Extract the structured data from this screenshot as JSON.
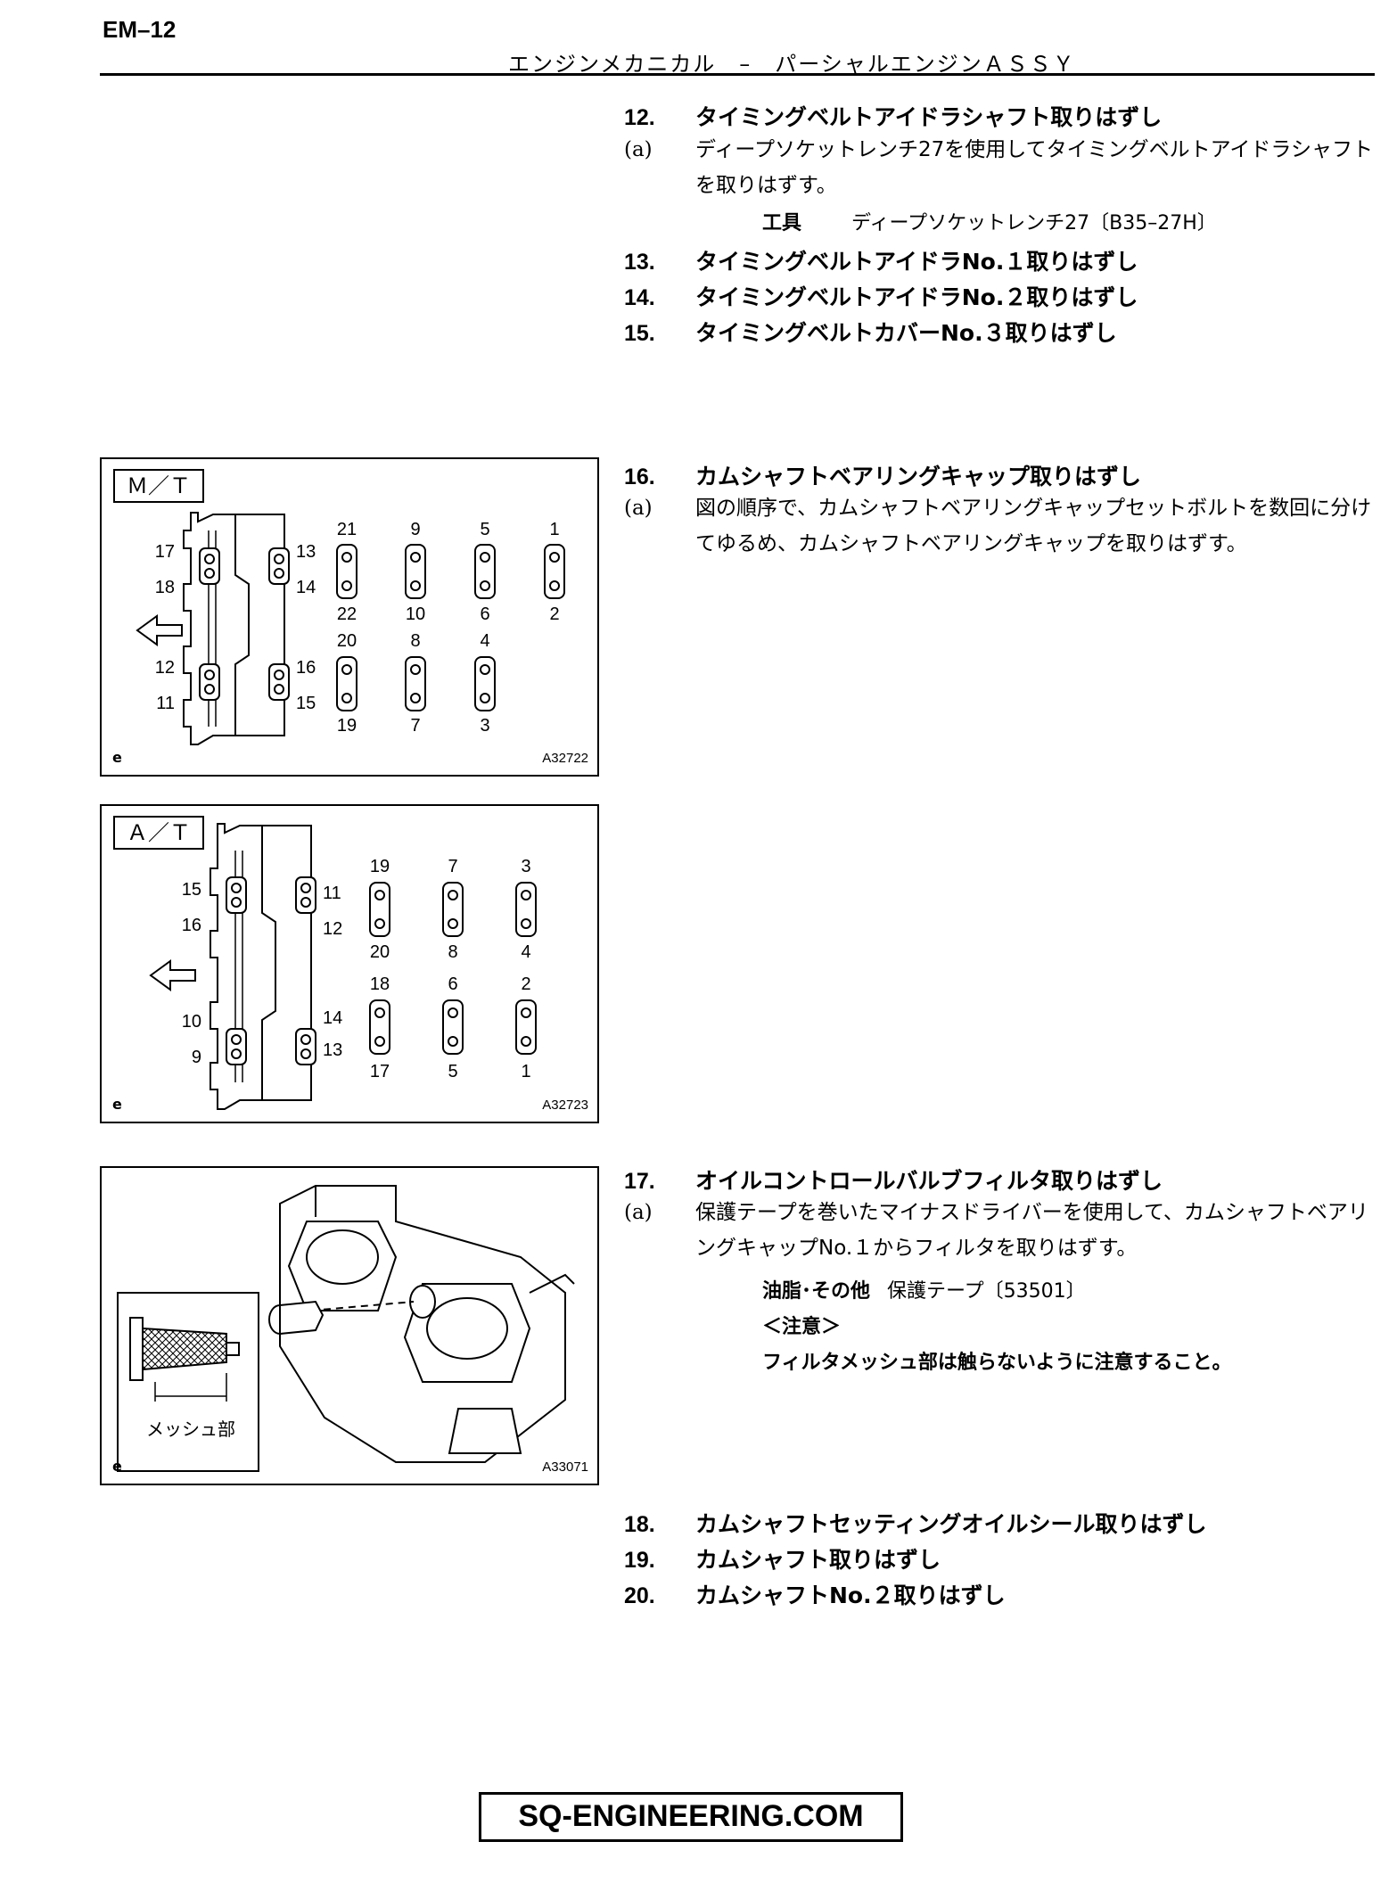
{
  "header": {
    "page_id": "EM–12",
    "title": "エンジンメカニカル　–　パーシャルエンジンＡＳＳＹ"
  },
  "steps": [
    {
      "num": "12.",
      "title": "タイミングベルトアイドラシャフト取りはずし",
      "sub": {
        "label": "(a)",
        "text": "ディープソケットレンチ27を使用してタイミングベルトアイドラシャフトを取りはずす。"
      },
      "tool": {
        "label": "工具",
        "value": "ディープソケットレンチ27〔B35–27H〕"
      }
    },
    {
      "num": "13.",
      "title": "タイミングベルトアイドラNo.１取りはずし"
    },
    {
      "num": "14.",
      "title": "タイミングベルトアイドラNo.２取りはずし"
    },
    {
      "num": "15.",
      "title": "タイミングベルトカバーNo.３取りはずし"
    },
    {
      "num": "16.",
      "title": "カムシャフトベアリングキャップ取りはずし",
      "sub": {
        "label": "(a)",
        "text": "図の順序で、カムシャフトベアリングキャップセットボルトを数回に分けてゆるめ、カムシャフトベアリングキャップを取りはずす。"
      }
    },
    {
      "num": "17.",
      "title": "オイルコントロールバルブフィルタ取りはずし",
      "sub": {
        "label": "(a)",
        "text": "保護テープを巻いたマイナスドライバーを使用して、カムシャフトベアリングキャップNo.１からフィルタを取りはずす。"
      },
      "material": {
        "label": "油脂･その他",
        "value": "保護テープ〔53501〕"
      },
      "caution_head": "＜注意＞",
      "caution": "フィルタメッシュ部は触らないように注意すること。"
    },
    {
      "num": "18.",
      "title": "カムシャフトセッティングオイルシール取りはずし"
    },
    {
      "num": "19.",
      "title": "カムシャフト取りはずし"
    },
    {
      "num": "20.",
      "title": "カムシャフトNo.２取りはずし"
    }
  ],
  "figures": {
    "mt": {
      "label": "Ｍ／Ｔ",
      "code": "A32722",
      "left_upper": [
        "17",
        "18"
      ],
      "right_upper": [
        "13",
        "14"
      ],
      "left_lower": [
        "12",
        "11"
      ],
      "right_lower": [
        "16",
        "15"
      ],
      "top_nums": [
        "21",
        "9",
        "5",
        "1"
      ],
      "mid_a_nums": [
        "22",
        "10",
        "6",
        "2"
      ],
      "mid_b_nums": [
        "20",
        "8",
        "4"
      ],
      "bottom_nums": [
        "19",
        "7",
        "3"
      ]
    },
    "at": {
      "label": "Ａ／Ｔ",
      "code": "A32723",
      "left_upper": [
        "15",
        "16"
      ],
      "right_upper": [
        "11",
        "12"
      ],
      "left_lower": [
        "10",
        "9"
      ],
      "right_lower": [
        "14",
        "13"
      ],
      "top_nums": [
        "19",
        "7",
        "3"
      ],
      "mid_a_nums": [
        "20",
        "8",
        "4"
      ],
      "mid_b_nums": [
        "18",
        "6",
        "2"
      ],
      "bottom_nums": [
        "17",
        "5",
        "1"
      ]
    },
    "filter": {
      "code": "A33071",
      "mesh_label": "メッシュ部"
    }
  },
  "footer": "SQ-ENGINEERING.COM"
}
